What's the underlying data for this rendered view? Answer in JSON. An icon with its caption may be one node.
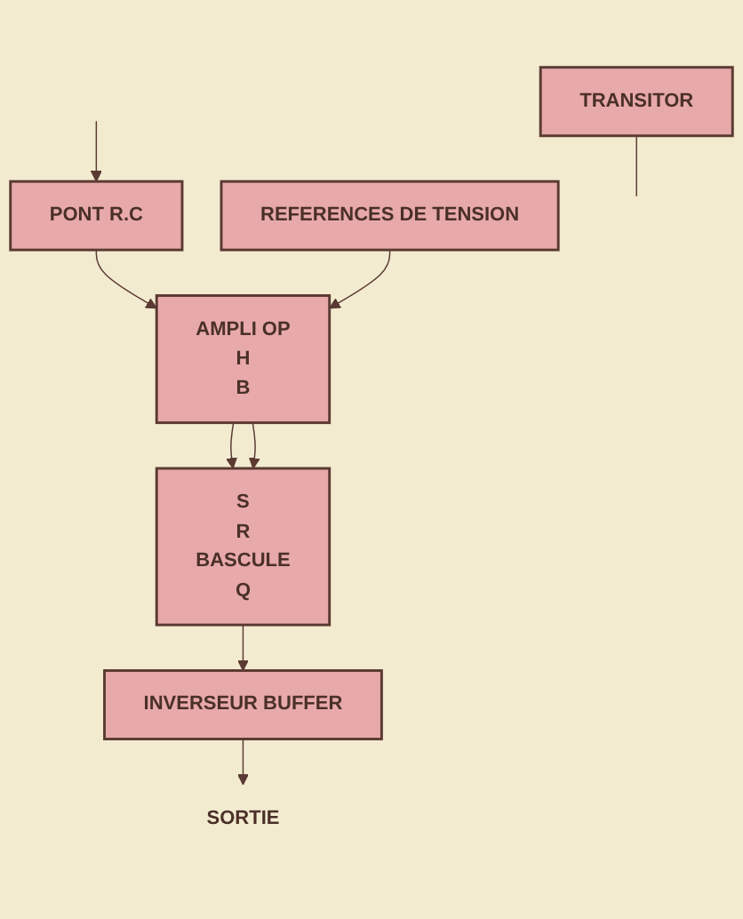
{
  "diagram": {
    "nodes": [
      {
        "text": [
          "PONT R.C"
        ]
      },
      {
        "text": [
          "AMPLI OP",
          "H",
          "B"
        ]
      },
      {
        "text": [
          "REFERENCES DE TENSION"
        ]
      },
      {
        "text": [
          "S",
          "R",
          "BASCULE",
          "Q"
        ]
      },
      {
        "text": [
          "TRANSITOR"
        ]
      },
      {
        "text": [
          "INVERSEUR BUFFER"
        ]
      },
      {
        "text": [
          "SORTIE"
        ]
      }
    ],
    "edges": [
      {
        "from": null,
        "to": 0,
        "arrow": "to"
      },
      {
        "from": 0,
        "to": 1,
        "arrow": "to"
      },
      {
        "from": 2,
        "to": 1,
        "arrow": "to"
      },
      {
        "from": 1,
        "to": 3,
        "arrow": "to"
      },
      {
        "from": 1,
        "to": 3,
        "arrow": "to"
      },
      {
        "from": 3,
        "to": 5,
        "arrow": "to"
      },
      {
        "from": 4,
        "to": null,
        "arrow": "none"
      },
      {
        "from": 5,
        "to": 6,
        "arrow": "to"
      }
    ]
  }
}
